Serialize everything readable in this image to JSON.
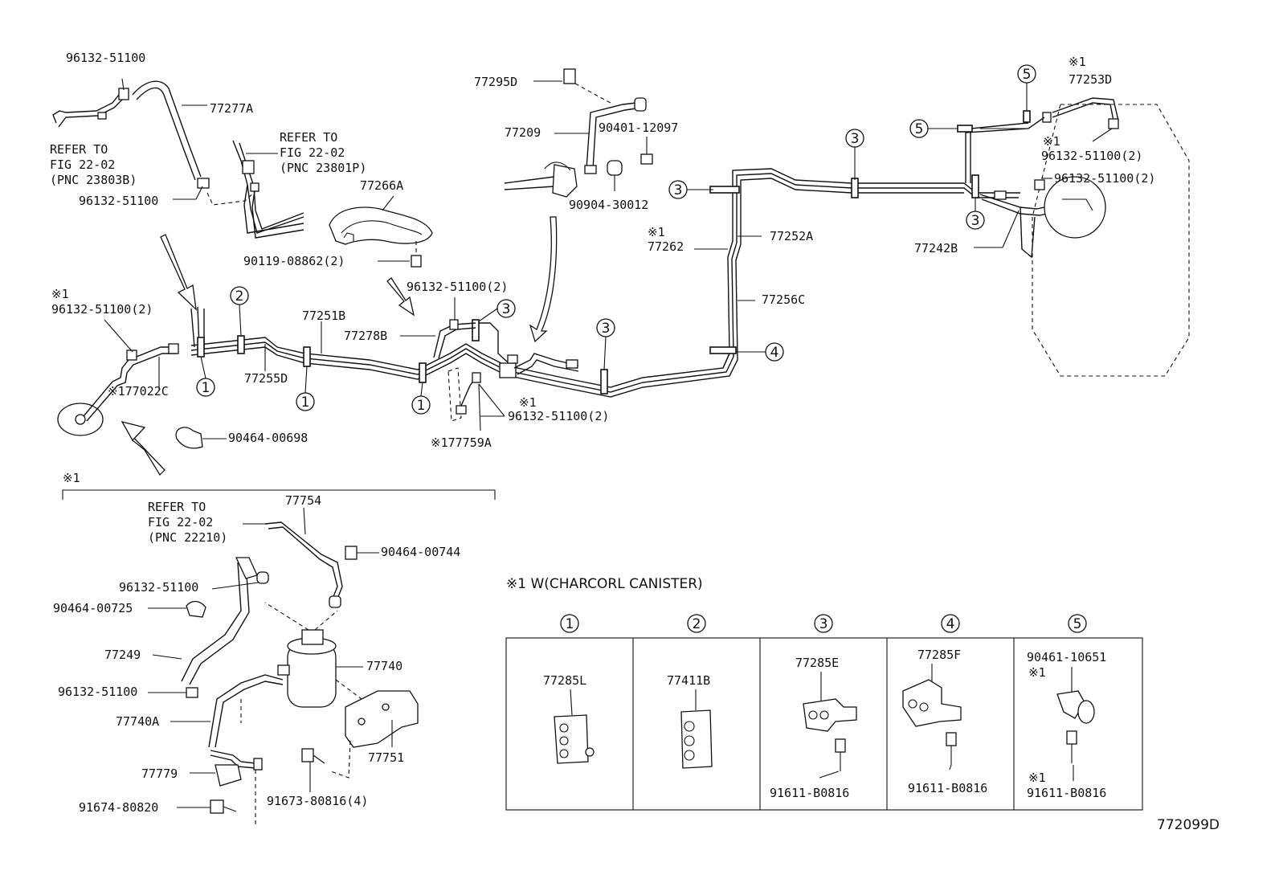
{
  "diagram_code": "772099D",
  "note_w_canister": "※1 W(CHARCORL CANISTER)",
  "mark": "※1",
  "labels": {
    "p_96132_top": "96132-51100",
    "p_77277A": "77277A",
    "refer1": [
      "REFER TO",
      "FIG 22-02",
      "(PNC 23803B)"
    ],
    "p_96132_mid": "96132-51100",
    "refer2": [
      "REFER TO",
      "FIG 22-02",
      "(PNC 23801P)"
    ],
    "p_77266A": "77266A",
    "p_90119": "90119-08862(2)",
    "p_77295D": "77295D",
    "p_77209": "77209",
    "p_90401": "90401-12097",
    "p_90904": "90904-30012",
    "p_96132_cent": "96132-51100(2)",
    "p_77278B": "77278B",
    "p_77251B": "77251B",
    "p_96132_left": "96132-51100(2)",
    "p_77022C": "※177022C",
    "p_77255D": "77255D",
    "p_90464_698": "90464-00698",
    "p_96132_cent2": "96132-51100(2)",
    "p_77759A": "※177759A",
    "p_77262": "77262",
    "p_77252A": "77252A",
    "p_77256C": "77256C",
    "p_77253D": "77253D",
    "p_96132_r1": "96132-51100(2)",
    "p_96132_r2": "96132-51100(2)",
    "p_77242B": "77242B",
    "refer3": [
      "REFER TO",
      "FIG 22-02",
      "(PNC 22210)"
    ],
    "p_77754": "77754",
    "p_90464_744": "90464-00744",
    "p_96132_low1": "96132-51100",
    "p_90464_725": "90464-00725",
    "p_77249": "77249",
    "p_77740": "77740",
    "p_96132_low2": "96132-51100",
    "p_77740A": "77740A",
    "p_77751": "77751",
    "p_77779": "77779",
    "p_91673": "91673-80816(4)",
    "p_91674": "91674-80820"
  },
  "circle_refs": [
    "1",
    "2",
    "3",
    "4",
    "5"
  ],
  "table": {
    "headers": [
      "1",
      "2",
      "3",
      "4",
      "5"
    ],
    "cells": [
      {
        "part": "77285L",
        "bolt": "",
        "note": ""
      },
      {
        "part": "77411B",
        "bolt": "",
        "note": ""
      },
      {
        "part": "77285E",
        "bolt": "91611-B0816",
        "note": ""
      },
      {
        "part": "77285F",
        "bolt": "91611-B0816",
        "note": ""
      },
      {
        "part": "90461-10651",
        "bolt": "91611-B0816",
        "note": "※1"
      }
    ]
  }
}
